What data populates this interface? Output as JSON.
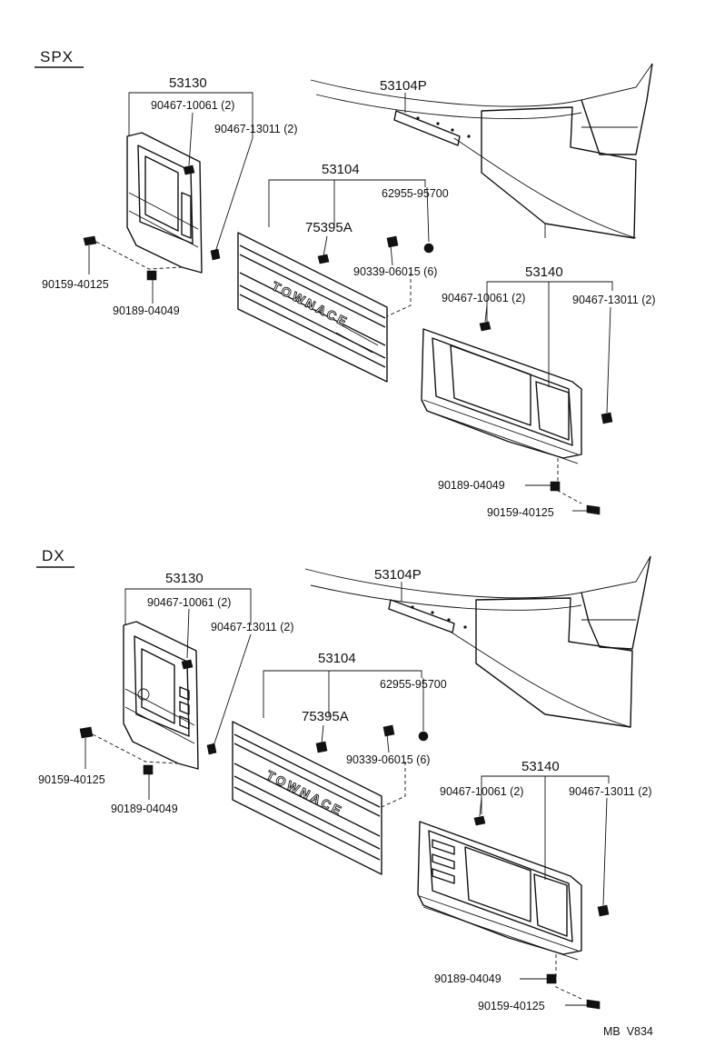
{
  "sections": [
    {
      "id": "spx",
      "title": "SPX",
      "labels": {
        "grille_assy": "53104",
        "grille_upper": "53104P",
        "emblem": "75395A",
        "clip_a": "62955-95700",
        "clip_b": "90339-06015 (6)",
        "lh_frame": "53130",
        "lh_screw_a": "90467-10061 (2)",
        "lh_screw_b": "90467-13011 (2)",
        "lh_bolt": "90159-40125",
        "lh_nut": "90189-04049",
        "rh_frame": "53140",
        "rh_screw_a": "90467-10061 (2)",
        "rh_screw_b": "90467-13011 (2)",
        "rh_nut": "90189-04049",
        "rh_bolt": "90159-40125"
      },
      "emblem_text": "TOWNACE"
    },
    {
      "id": "dx",
      "title": "DX",
      "labels": {
        "grille_assy": "53104",
        "grille_upper": "53104P",
        "emblem": "75395A",
        "clip_a": "62955-95700",
        "clip_b": "90339-06015 (6)",
        "lh_frame": "53130",
        "lh_screw_a": "90467-10061 (2)",
        "lh_screw_b": "90467-13011 (2)",
        "lh_bolt": "90159-40125",
        "lh_nut": "90189-04049",
        "rh_frame": "53140",
        "rh_screw_a": "90467-10061 (2)",
        "rh_screw_b": "90467-13011 (2)",
        "rh_nut": "90189-04049",
        "rh_bolt": "90159-40125"
      },
      "emblem_text": "TOWNACE"
    }
  ],
  "footer_code": "MB  V834"
}
